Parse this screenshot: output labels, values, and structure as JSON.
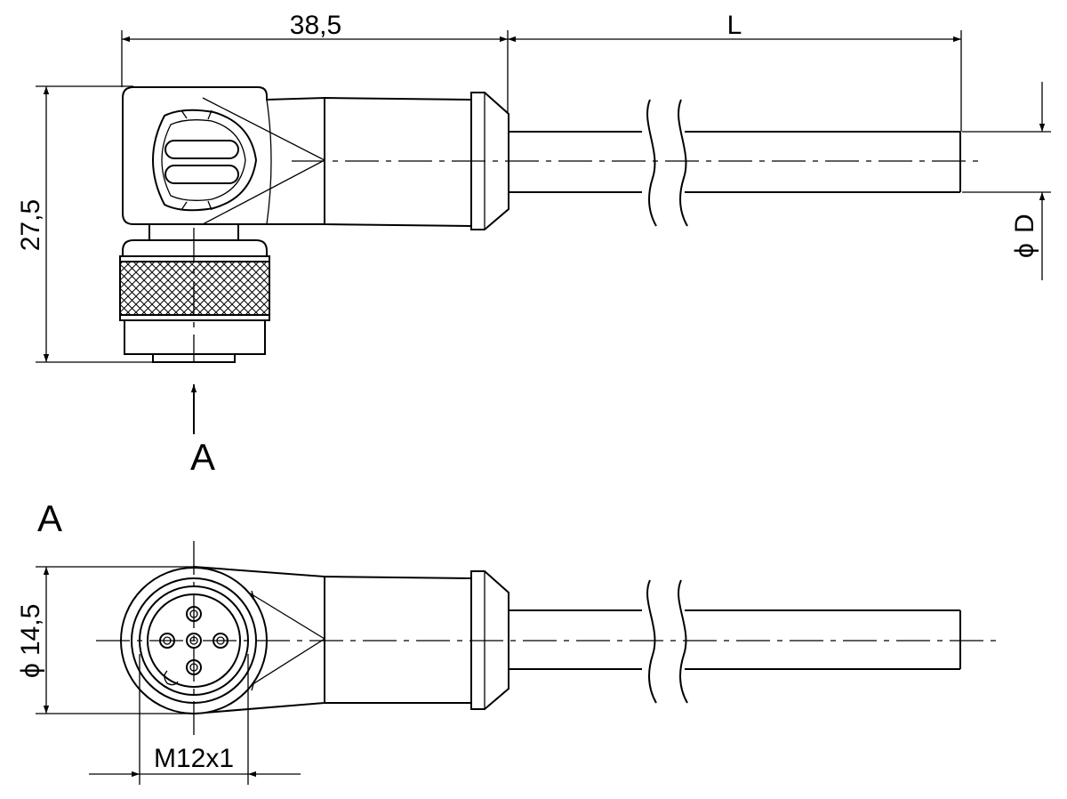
{
  "dimensions": {
    "length_offset": "38,5",
    "length": "L",
    "height": "27,5",
    "cable_diameter": "D",
    "diameter_symbol": "ϕ",
    "body_diameter": "14,5",
    "thread": "M12x1"
  },
  "views": {
    "arrow_label": "A",
    "section_label": "A"
  }
}
